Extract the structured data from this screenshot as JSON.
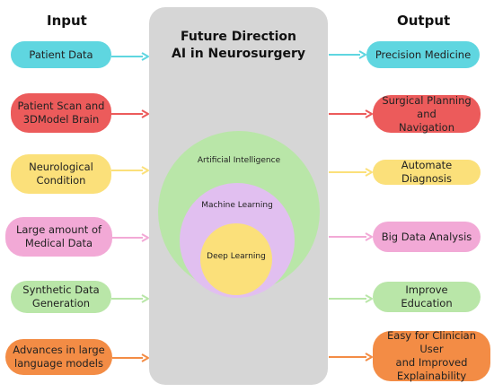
{
  "headers": {
    "input": "Input",
    "output": "Output"
  },
  "center": {
    "title_line1": "Future Direction",
    "title_line2": "AI in Neurosurgery",
    "circles": {
      "outer": "Artificial Intelligence",
      "middle": "Machine Learning",
      "inner": "Deep Learning"
    }
  },
  "inputs": [
    {
      "lines": [
        "Patient Data"
      ],
      "color": "#5fd6e0"
    },
    {
      "lines": [
        "Patient Scan and",
        "3DModel Brain"
      ],
      "color": "#ec5b5b"
    },
    {
      "lines": [
        "Neurological",
        "Condition"
      ],
      "color": "#fbe07a"
    },
    {
      "lines": [
        "Large amount of",
        "Medical Data"
      ],
      "color": "#f2a9d6"
    },
    {
      "lines": [
        "Synthetic Data",
        "Generation"
      ],
      "color": "#b9e6a8"
    },
    {
      "lines": [
        "Advances in large",
        "language models"
      ],
      "color": "#f38c45"
    }
  ],
  "outputs": [
    {
      "lines": [
        "Precision Medicine"
      ],
      "color": "#5fd6e0"
    },
    {
      "lines": [
        "Surgical Planning and",
        "Navigation"
      ],
      "color": "#ec5b5b"
    },
    {
      "lines": [
        "Automate Diagnosis"
      ],
      "color": "#fbe07a"
    },
    {
      "lines": [
        "Big Data Analysis"
      ],
      "color": "#f2a9d6"
    },
    {
      "lines": [
        "Improve Education"
      ],
      "color": "#b9e6a8"
    },
    {
      "lines": [
        "Easy for Clinician User",
        "and Improved",
        "Explainability"
      ],
      "color": "#f38c45"
    }
  ],
  "colors": {
    "panel": "#d6d6d6",
    "circle_outer": "#b9e6a8",
    "circle_middle": "#e1bff0",
    "circle_inner": "#fbe07a"
  }
}
